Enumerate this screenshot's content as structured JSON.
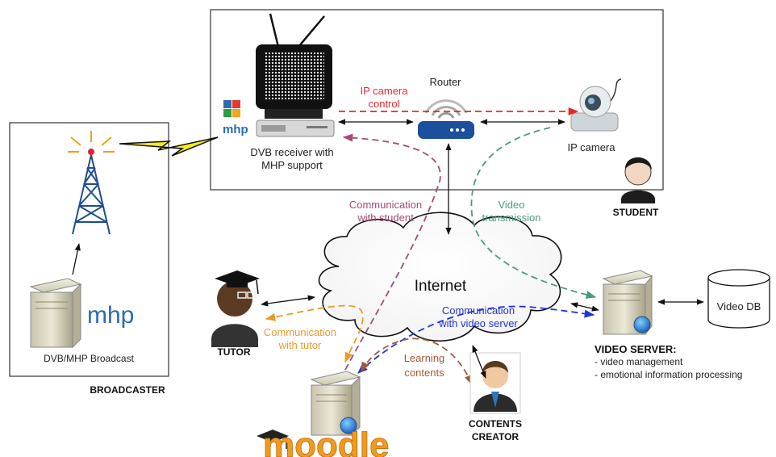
{
  "colors": {
    "camera_control": "#e8272c",
    "student_comm": "#a34b78",
    "video_tx": "#4c9a7c",
    "tutor_comm": "#e89a2a",
    "video_server_comm": "#2233dd",
    "learning_contents": "#a05a3c",
    "black_link": "#111111",
    "moodle_orange": "#f39a1d",
    "mhp_blue": "#2a6bb2"
  },
  "student_box": {
    "router_label": "Router",
    "receiver_label_1": "DVB receiver with",
    "receiver_label_2": "MHP support",
    "camera_label": "IP camera",
    "camera_control_1": "IP camera",
    "camera_control_2": "control",
    "student_label": "STUDENT",
    "mhp_badge": "mhp"
  },
  "broadcaster": {
    "server_label": "DVB/MHP Broadcast",
    "title": "BROADCASTER",
    "mhp_logo": "mhp"
  },
  "internet_label": "Internet",
  "links": {
    "student_comm_1": "Communication",
    "student_comm_2": "with student",
    "video_tx_1": "Video",
    "video_tx_2": "transmission",
    "tutor_comm_1": "Communication",
    "tutor_comm_2": "with tutor",
    "video_server_comm_1": "Communication",
    "video_server_comm_2": "with video server",
    "learning_1": "Learning",
    "learning_2": "contents"
  },
  "tutor_label": "TUTOR",
  "video_server": {
    "title": "VIDEO SERVER:",
    "item_1": "- video management",
    "item_2": "- emotional information processing",
    "db_label": "Video DB"
  },
  "creator": {
    "label_1": "CONTENTS",
    "label_2": "CREATOR"
  },
  "moodle_logo": "moodle"
}
